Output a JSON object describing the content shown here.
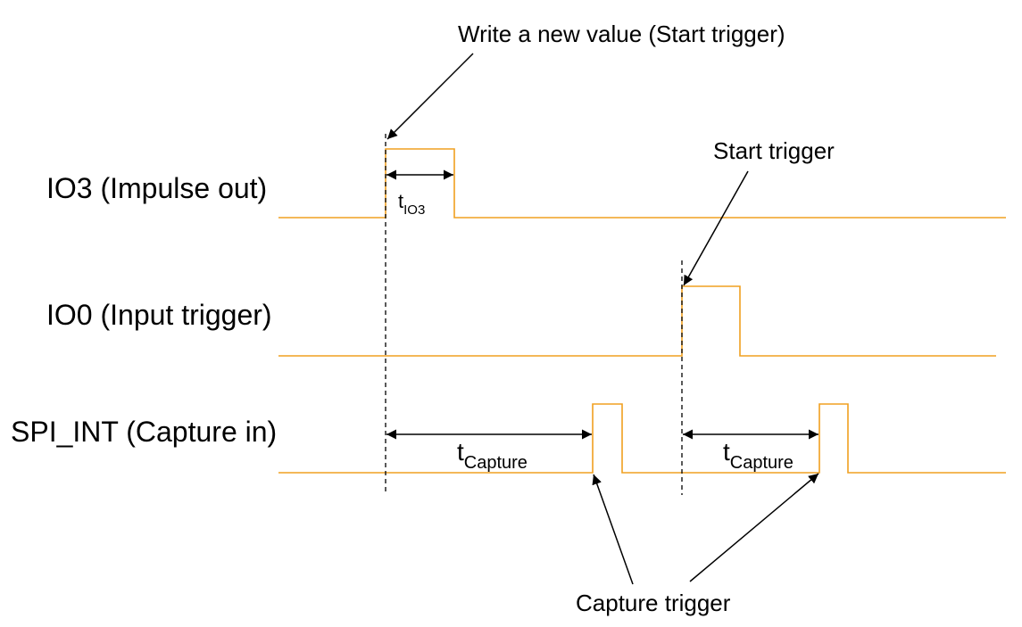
{
  "colors": {
    "waveform": "#f0a020",
    "text": "#000000",
    "background": "#ffffff"
  },
  "signals": [
    {
      "label": "IO3 (Impulse out)"
    },
    {
      "label": "IO0 (Input trigger)"
    },
    {
      "label": "SPI_INT (Capture in)"
    }
  ],
  "annotations": {
    "write_new_value": "Write a new value (Start trigger)",
    "start_trigger": "Start trigger",
    "capture_trigger": "Capture trigger"
  },
  "timings": {
    "t_io3": {
      "main": "t",
      "sub": "IO3"
    },
    "t_capture_1": {
      "main": "t",
      "sub": "Capture"
    },
    "t_capture_2": {
      "main": "t",
      "sub": "Capture"
    }
  }
}
